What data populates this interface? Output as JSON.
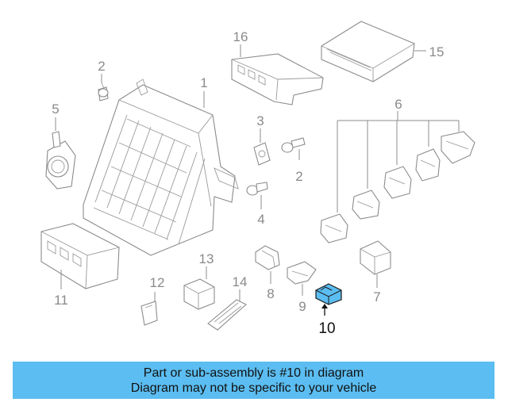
{
  "callouts": [
    "1",
    "2",
    "3",
    "4",
    "5",
    "6",
    "7",
    "8",
    "9",
    "10",
    "11",
    "12",
    "13",
    "14",
    "15",
    "16"
  ],
  "highlighted_part": "10",
  "colors": {
    "banner": "#5bbdf1",
    "highlight": "#5bbdf1",
    "line": "#8c8c8c"
  },
  "banner": {
    "line1": "Part or sub-assembly is #10 in diagram",
    "line2": "Diagram may not be specific to your vehicle"
  }
}
